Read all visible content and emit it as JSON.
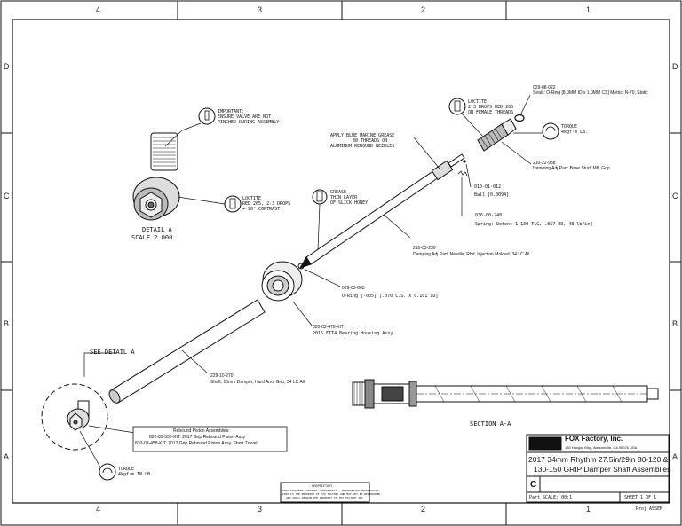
{
  "border": {
    "top_zones": [
      "4",
      "3",
      "2",
      "1"
    ],
    "bottom_zones": [
      "4",
      "3",
      "2",
      "1"
    ],
    "left_zones": [
      "D",
      "C",
      "B",
      "A"
    ],
    "right_zones": [
      "D",
      "C",
      "B",
      "A"
    ]
  },
  "detail_a": {
    "title": "DETAIL A",
    "scale": "SCALE 2.000",
    "important_line1": "IMPORTANT:",
    "important_line2": "ENSURE VALVE ARE NOT",
    "important_line3": "PINCHED DURING ASSEMBLY",
    "loctite_line1": "LOCTITE",
    "loctite_line2": "RED 265, 2-3 DROPS",
    "loctite_line3": "+ 90° CONTRAST"
  },
  "see_detail": "SEE DETAIL A",
  "parts": {
    "seals": {
      "number": "029-08-022",
      "desc": "Seals: O-Ring [8.0MM ID x 1.0MM CS] Metric, N-70, Static"
    },
    "loctite_stud_1": "LOCTITE",
    "loctite_stud_2": "2-3 DROPS RED 265",
    "loctite_stud_3": "ON FEMALE THREADS",
    "torque_stud_1": "TORQUE",
    "torque_stud_2": "4kgf·m LB.",
    "base_stud": {
      "number": "210-22-958",
      "desc": "Damping Adj Part: Base Stud, M8, Grip"
    },
    "ball": {
      "number": "010-01-012",
      "desc": "Ball [0.0094]"
    },
    "spring": {
      "number": "036-00-248",
      "desc": "Spring: Detent 1.130 TLG, .067 OD, 48 lb/in]"
    },
    "grease_note_1": "APPLY BLUE MARINE GREASE",
    "grease_note_2": "30 THREADS ON",
    "grease_note_3": "ALUMINUM REBOUND NEEDLES",
    "grease_small_1": "GREASE",
    "grease_small_2": "THIN LAYER",
    "grease_small_3": "OF SLICK HONEY",
    "needle": {
      "number": "210-03-230",
      "desc": "Damping Adj Part: Needle, Rbd, Injection Molded, 34 LC All"
    },
    "oring": {
      "number": "029-03-005",
      "desc": "O-Ring [-005] [.070 C.S. X 0.101 ID]"
    },
    "bearing": {
      "number": "820-03-476-KIT",
      "desc": "2016 FIT4 Bearing Housing Assy"
    },
    "shaft": {
      "number": "229-10-270",
      "desc": "Shaft, 10mm Damper, Hard Ano, Grip, 34 LC All"
    },
    "rebound_title": "Rebound Piston Assemblies:",
    "rebound_1": "820-03-330-KIT: 2017 Grip Rebound Piston Assy",
    "rebound_2": "820-03-458-KIT: 2017 Grip Rebound Piston Assy, Short Travel",
    "torque_nut_1": "TORQUE",
    "torque_nut_2": "4kgf·m IN.LB."
  },
  "section": {
    "label": "SECTION A-A"
  },
  "title_block": {
    "company": "FOX Factory, Inc.",
    "address": "130 Hangar Way, Watsonville, CA 95076 USA",
    "title_line1": "2017 34mm Rhythm 27.5in/29in 80-120 &",
    "title_line2": "130-150 GRIP Damper Shaft Assemblies",
    "size": "C",
    "scale": "Part SCALE: 00:1",
    "sheet": "SHEET 1 OF 1",
    "proj": "Proj ASSEM",
    "proprietary_1": "- PROPRIETARY -",
    "proprietary_2": "THIS DOCUMENT CONTAINS CONFIDENTIAL, PROPRIETARY INFORMATION",
    "proprietary_3": "THAT IS THE PROPERTY OF FOX FACTORY AND MAY NOT BE REPRODUCED",
    "proprietary_4": "AND SHALL REMAIN THE PROPERTY OF FOX FACTORY INC."
  }
}
